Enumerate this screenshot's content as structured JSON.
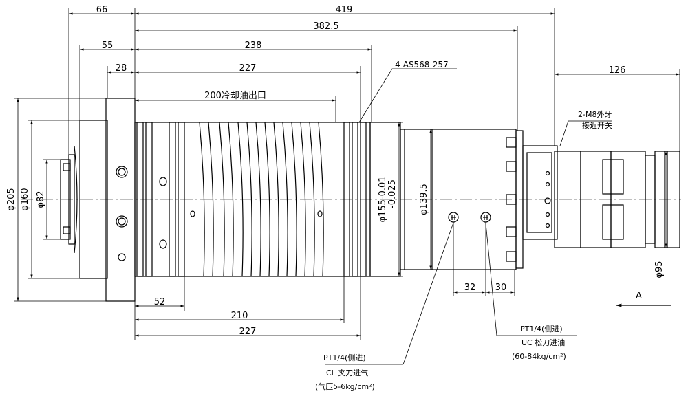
{
  "dimensions_top": {
    "d66": "66",
    "d419": "419",
    "d382_5": "382.5",
    "d55": "55",
    "d238": "238",
    "d28": "28",
    "d227_top": "227",
    "d126": "126",
    "d200_label": "200冷却油出口"
  },
  "dimensions_bottom": {
    "d52": "52",
    "d210": "210",
    "d227_bottom": "227",
    "d32": "32",
    "d30": "30"
  },
  "diameters": {
    "d205": "φ205",
    "d160": "φ160",
    "d82": "φ82",
    "d155": "φ155-0.01",
    "d155b": "-0.025",
    "d139_5": "φ139.5",
    "d95": "φ95"
  },
  "notes": {
    "oring": "4-AS568-257",
    "m8_line1": "2-M8外牙",
    "m8_line2": "接近开关",
    "view_label": "A",
    "cl_line1": "PT1/4(侧进)",
    "cl_line2": "CL 夹刀进气",
    "cl_line3": "(气压5-6kg/cm²)",
    "uc_line1": "PT1/4(侧进)",
    "uc_line2": "UC 松刀进油",
    "uc_line3": "(60-84kg/cm²)"
  }
}
